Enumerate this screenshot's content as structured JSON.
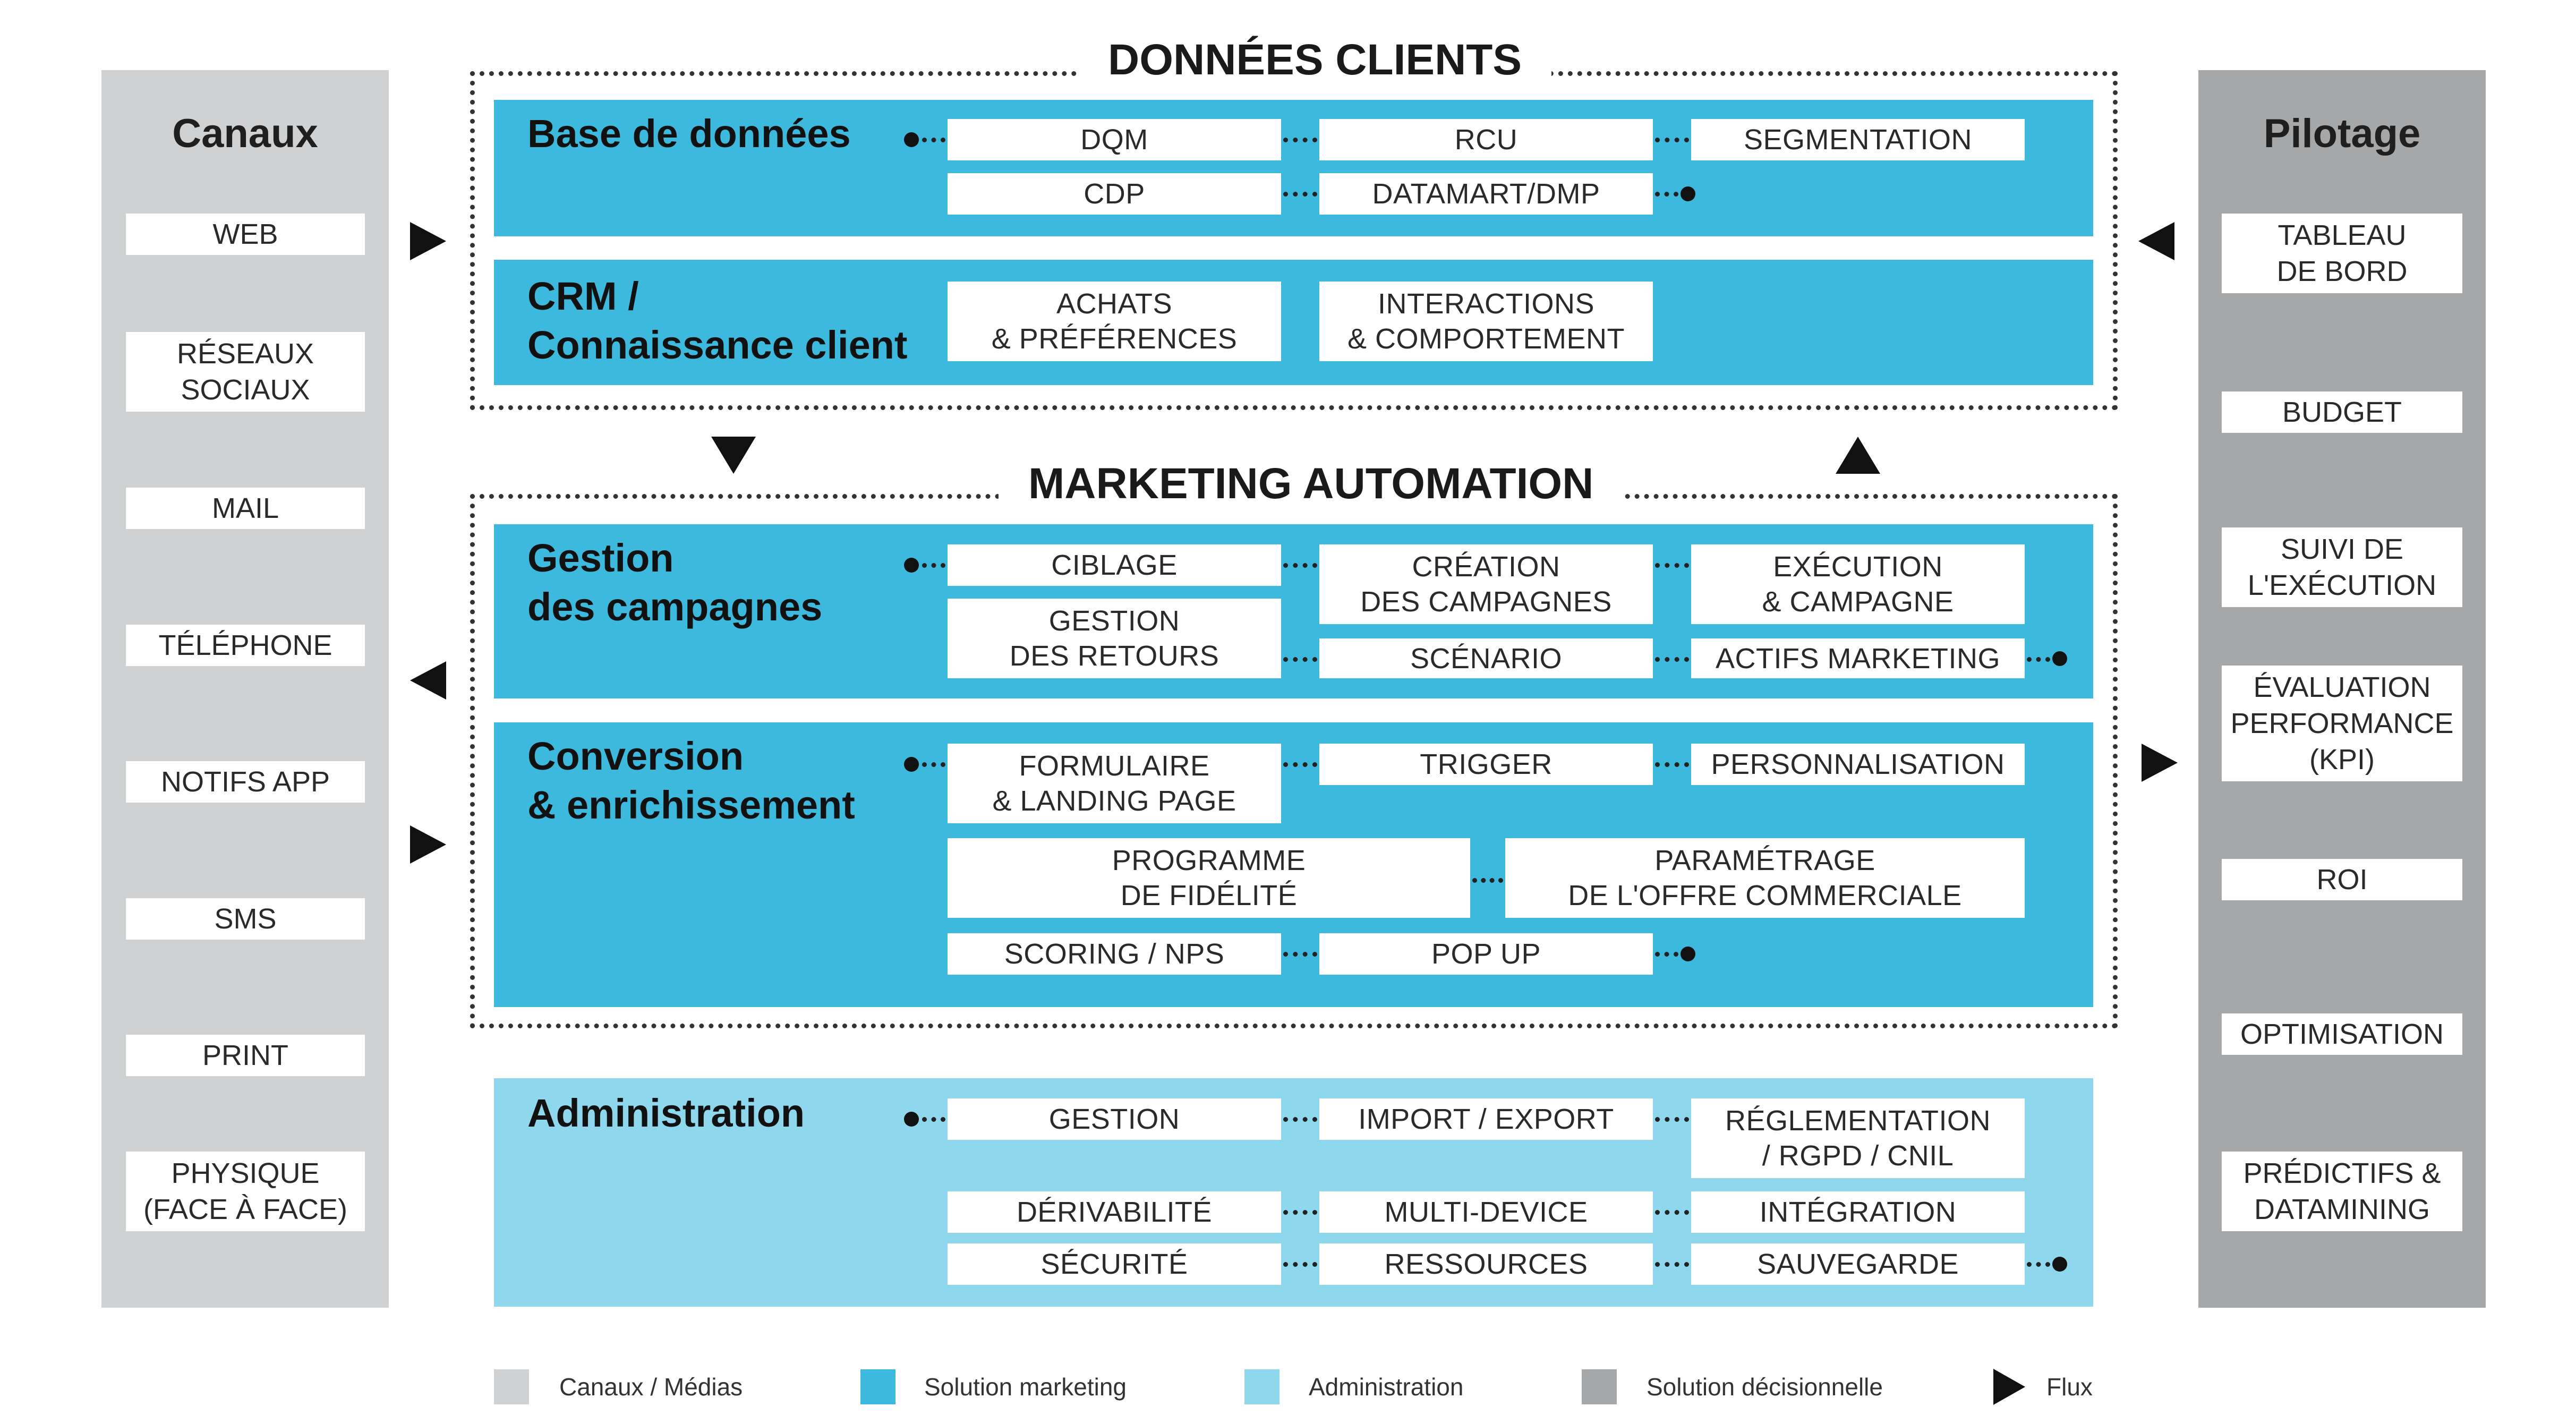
{
  "left_column": {
    "title": "Canaux",
    "items": [
      "WEB",
      "RÉSEAUX\nSOCIAUX",
      "MAIL",
      "TÉLÉPHONE",
      "NOTIFS APP",
      "SMS",
      "PRINT",
      "PHYSIQUE\n(FACE À FACE)"
    ]
  },
  "right_column": {
    "title": "Pilotage",
    "items": [
      "TABLEAU\nDE BORD",
      "BUDGET",
      "SUIVI DE\nL'EXÉCUTION",
      "ÉVALUATION\nPERFORMANCE\n(KPI)",
      "ROI",
      "OPTIMISATION",
      "PRÉDICTIFS &\nDATAMINING"
    ]
  },
  "donnees": {
    "title": "DONNÉES CLIENTS",
    "base": {
      "title": "Base de données",
      "boxes": [
        "DQM",
        "RCU",
        "SEGMENTATION",
        "CDP",
        "DATAMART/DMP"
      ]
    },
    "crm": {
      "title": "CRM /\nConnaissance client",
      "boxes": [
        "ACHATS\n& PRÉFÉRENCES",
        "INTERACTIONS\n& COMPORTEMENT"
      ]
    }
  },
  "marketing": {
    "title": "MARKETING AUTOMATION",
    "gestion": {
      "title": "Gestion\ndes campagnes",
      "boxes": [
        "CIBLAGE",
        "CRÉATION\nDES CAMPAGNES",
        "EXÉCUTION\n& CAMPAGNE",
        "GESTION\nDES RETOURS",
        "SCÉNARIO",
        "ACTIFS MARKETING"
      ]
    },
    "conversion": {
      "title": "Conversion\n& enrichissement",
      "boxes": [
        "FORMULAIRE\n& LANDING PAGE",
        "TRIGGER",
        "PERSONNALISATION",
        "PROGRAMME\nDE FIDÉLITÉ",
        "PARAMÉTRAGE\nDE L'OFFRE COMMERCIALE",
        "SCORING / NPS",
        "POP UP"
      ]
    }
  },
  "administration": {
    "title": "Administration",
    "boxes": [
      "GESTION",
      "IMPORT / EXPORT",
      "RÉGLEMENTATION\n/ RGPD / CNIL",
      "DÉRIVABILITÉ",
      "MULTI-DEVICE",
      "INTÉGRATION",
      "SÉCURITÉ",
      "RESSOURCES",
      "SAUVEGARDE"
    ]
  },
  "legend": {
    "items": [
      {
        "label": "Canaux / Médias",
        "color": "#cfd1d3"
      },
      {
        "label": "Solution marketing",
        "color": "#3cb9dc"
      },
      {
        "label": "Administration",
        "color": "#8ed7ec"
      },
      {
        "label": "Solution décisionnelle",
        "color": "#a5a7a9"
      },
      {
        "label": "Flux",
        "icon": "flux-arrow-icon"
      }
    ]
  },
  "colors": {
    "canaux": "#cfd1d3",
    "pilotage": "#a5a7a9",
    "solution_marketing": "#3cb9dc",
    "administration": "#8ed7ec",
    "arrows": "#111111"
  }
}
